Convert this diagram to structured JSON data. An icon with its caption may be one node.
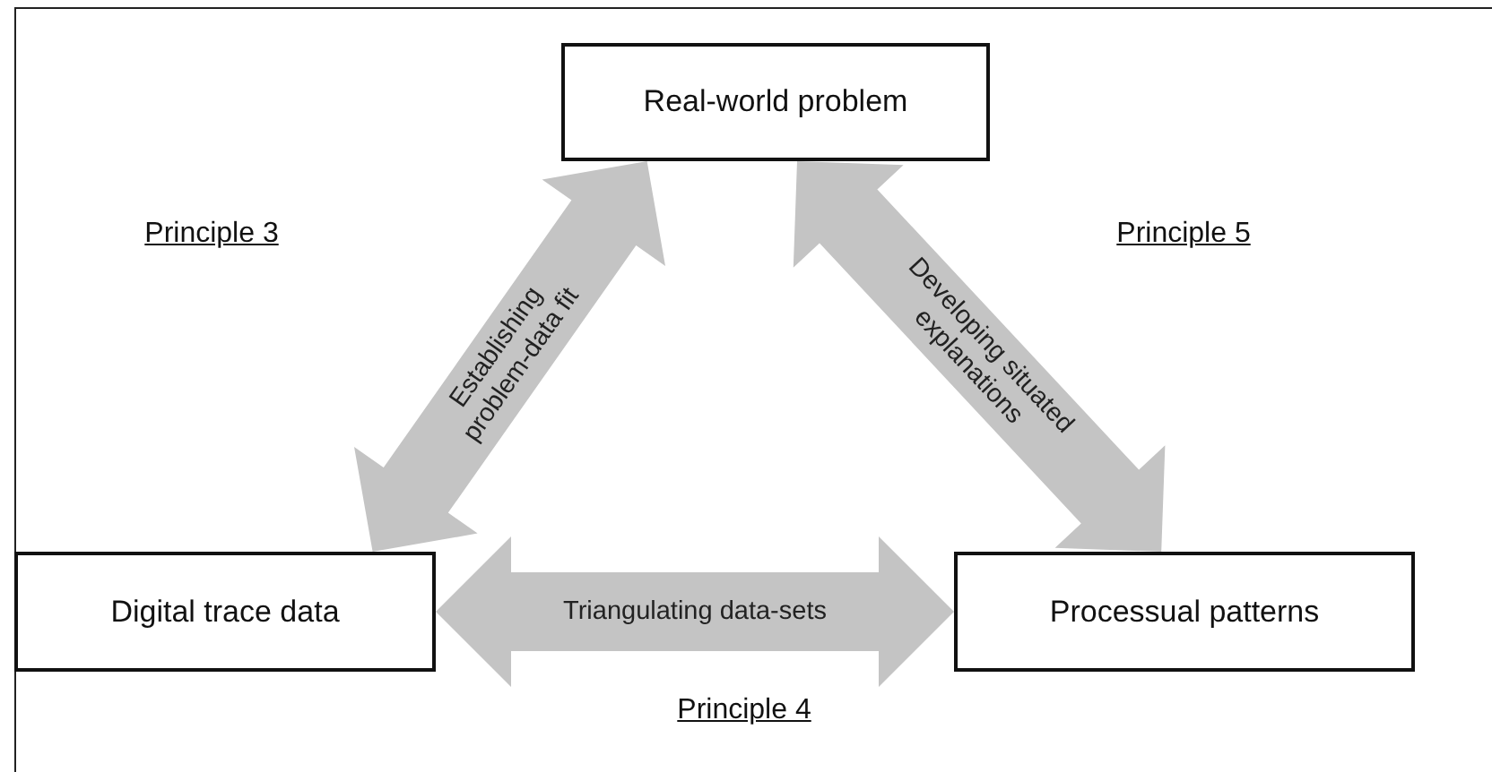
{
  "diagram": {
    "nodes": [
      {
        "text": [
          "Real-world problem"
        ]
      },
      {
        "text": [
          "Digital trace data"
        ]
      },
      {
        "text": [
          "Processual patterns"
        ]
      }
    ],
    "edges": [
      {
        "from": 1,
        "to": 0,
        "arrow": "both",
        "label": "Establishing problem-data fit"
      },
      {
        "from": 0,
        "to": 2,
        "arrow": "both",
        "label": "Developing situated explanations"
      },
      {
        "from": 1,
        "to": 2,
        "arrow": "both",
        "label": "Triangulating data-sets"
      }
    ],
    "labels": [
      "Principle 3",
      "Principle 5",
      "Principle 4"
    ]
  }
}
